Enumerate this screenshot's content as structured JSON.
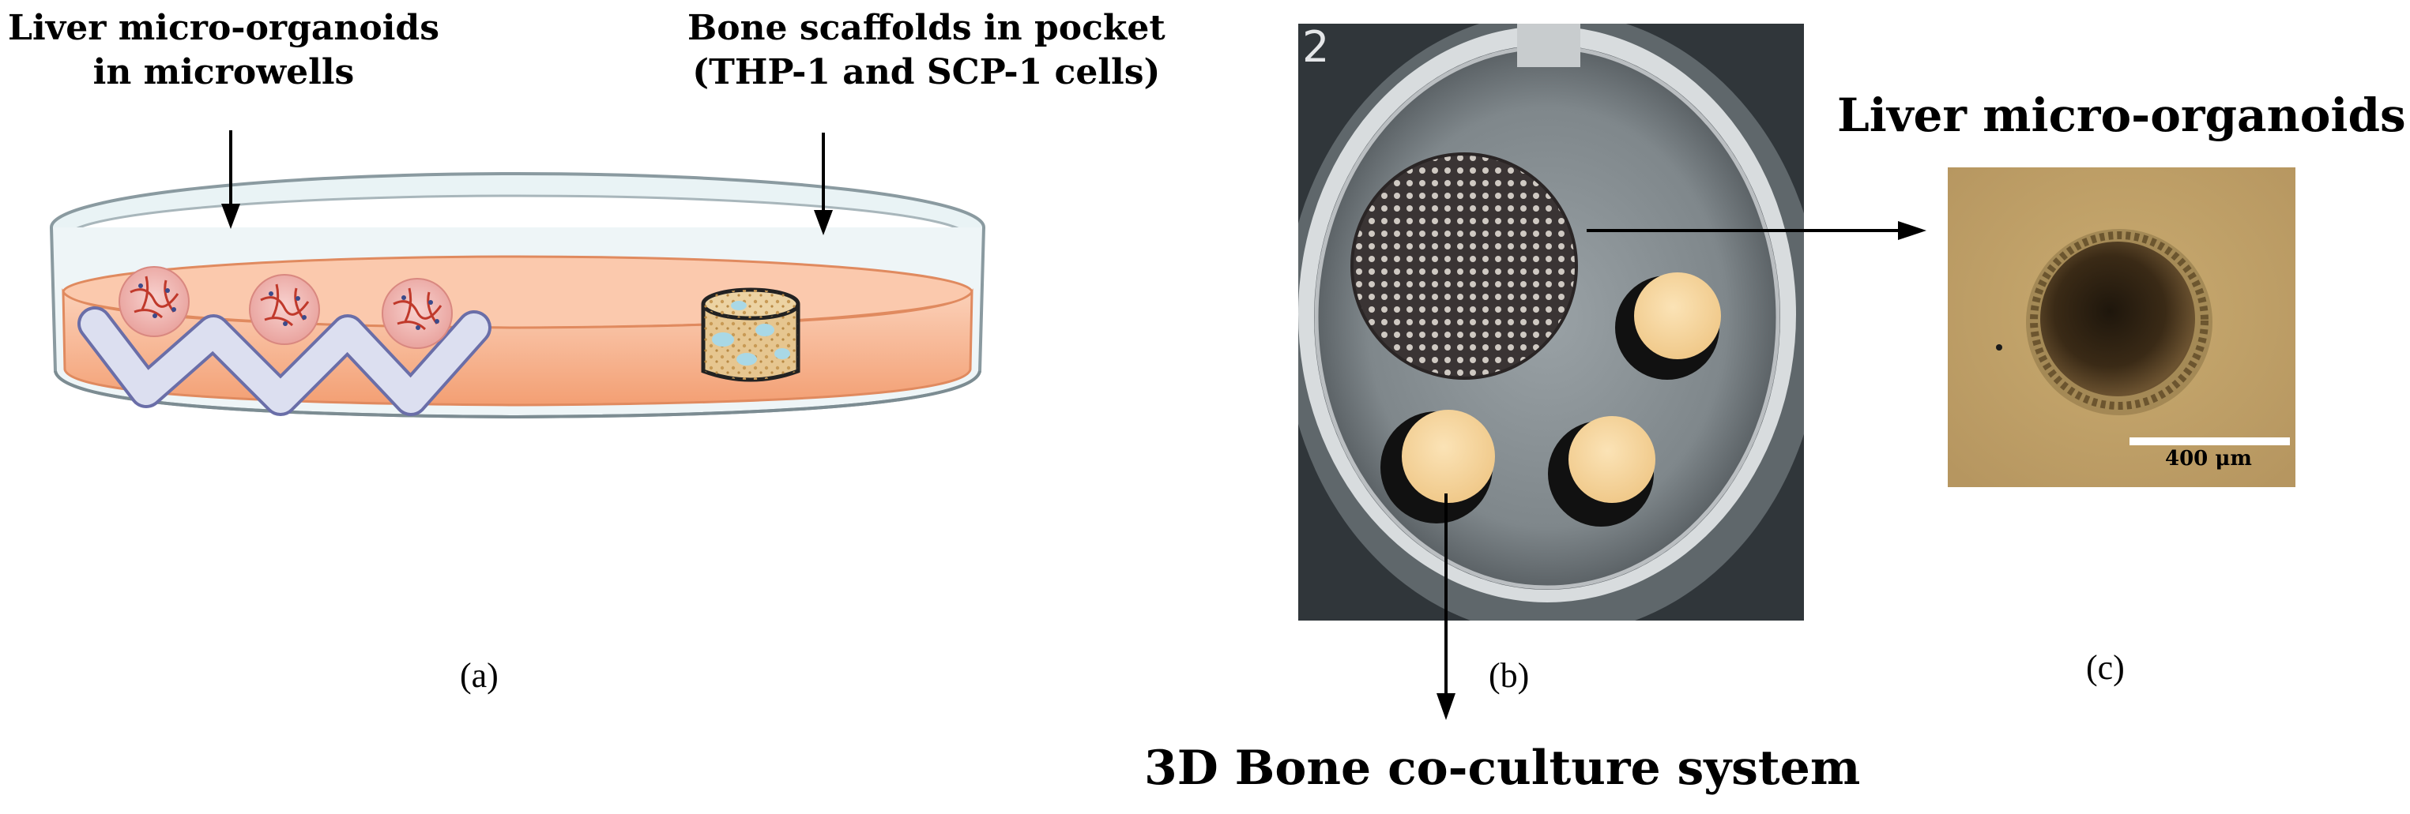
{
  "panel_a": {
    "label": "(a)",
    "liver_annotation": [
      "Liver micro-organoids",
      "in microwells"
    ],
    "bone_annotation": [
      "Bone scaffolds in pocket",
      "(THP-1 and SCP-1 cells)"
    ]
  },
  "panel_b": {
    "label": "(b)",
    "dish_mark": "2",
    "bottom_annotation": "3D Bone co-culture system"
  },
  "panel_c": {
    "label": "(c)",
    "title": "Liver micro-organoids",
    "scale_bar_label": "400 μm"
  },
  "colors": {
    "medium": "#f4a77f",
    "microwell": "#dcdff0",
    "microwell_outline": "#6a6ea8",
    "organoid": "#f0b8b4",
    "vessel": "#c0392b",
    "scaffold": "#e6c690",
    "dish_rim": "#d4e6ea",
    "micrograph_bg": "#c0a167",
    "organoid_dark": "#2a1f12"
  }
}
